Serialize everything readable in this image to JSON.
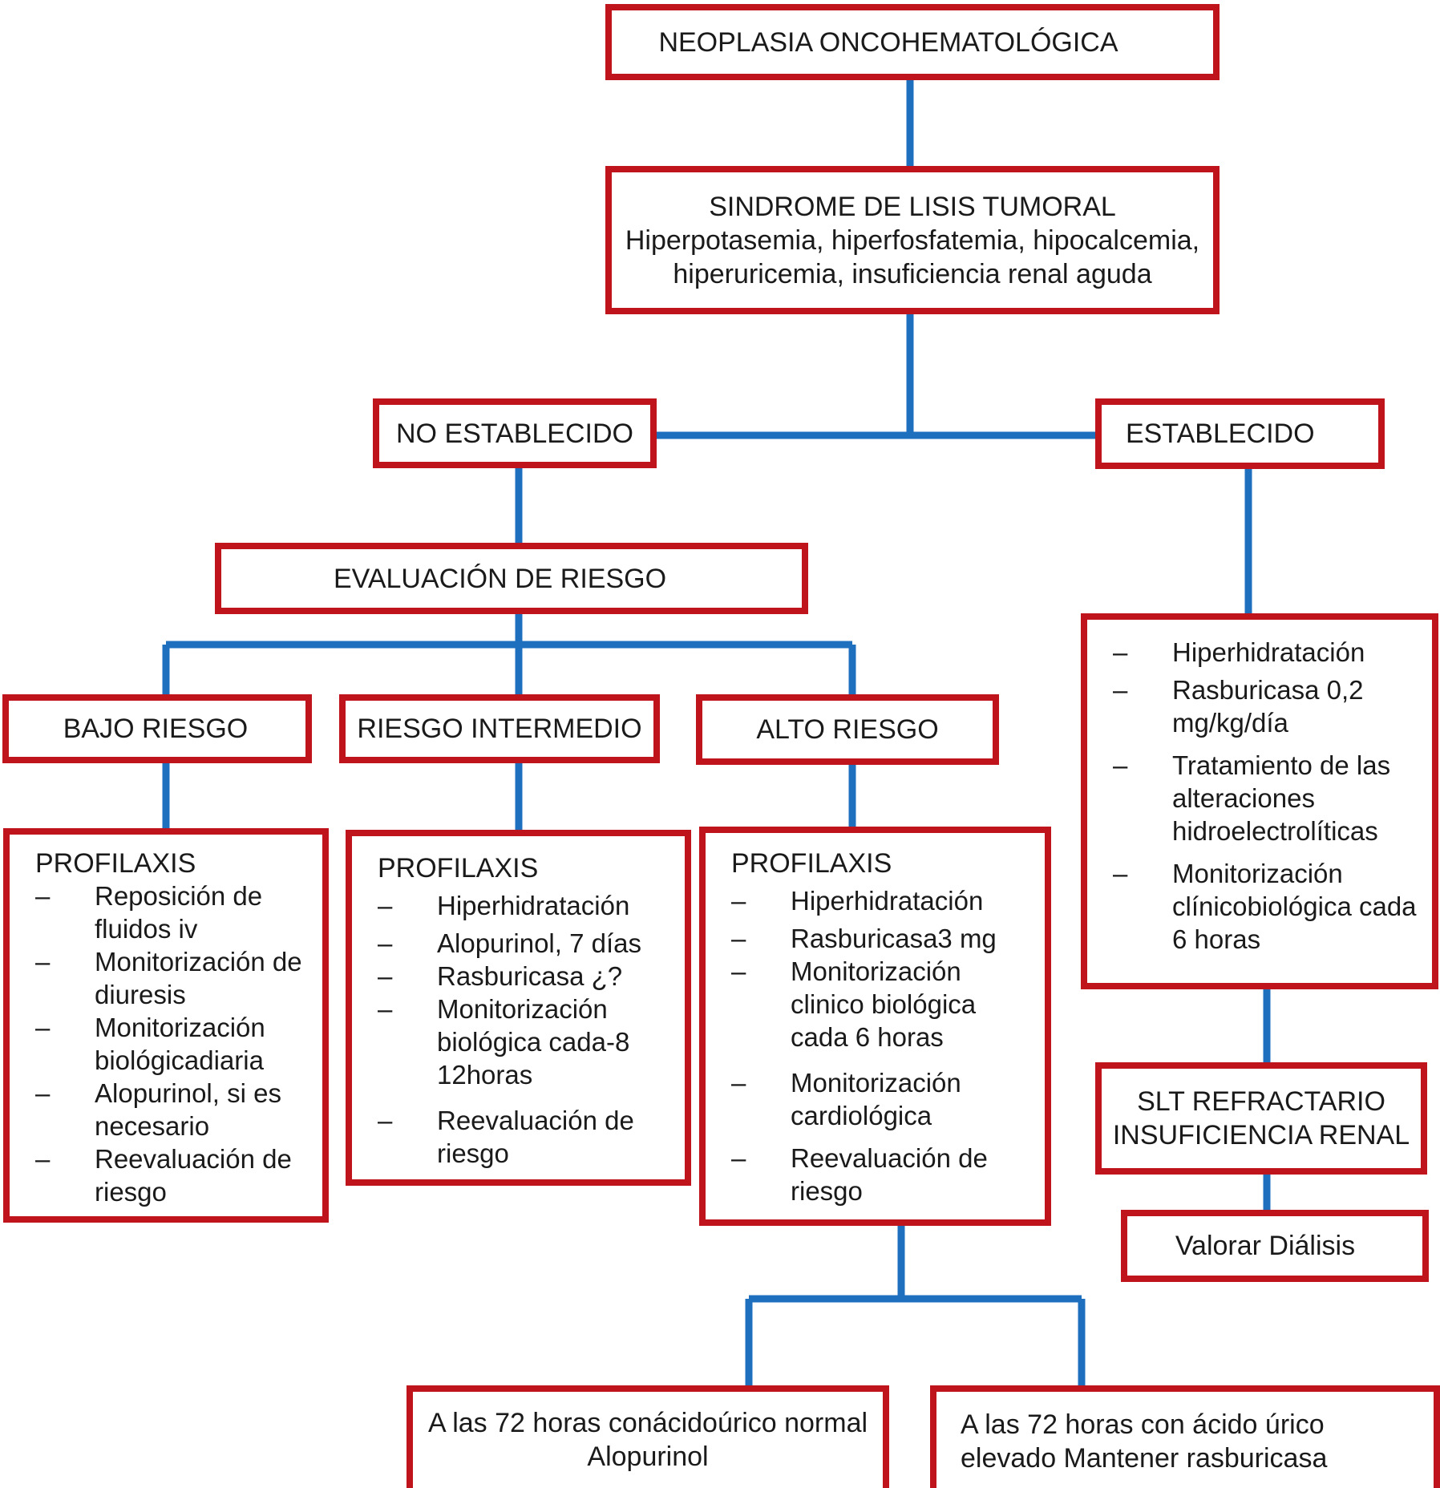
{
  "colors": {
    "box_border": "#c0141c",
    "connector": "#1f6fbf"
  },
  "root": {
    "title": "NEOPLASIA ONCOHEMATOLÓGICA"
  },
  "sindrome": {
    "title": "SINDROME DE LISIS TUMORAL",
    "line1": "Hiperpotasemia, hiperfosfatemia, hipocalcemia,",
    "line2": "hiperuricemia, insuficiencia renal aguda"
  },
  "no_establecido": {
    "label": "NO ESTABLECIDO"
  },
  "establecido": {
    "label": "ESTABLECIDO"
  },
  "evaluacion": {
    "label": "EVALUACIÓN DE RIESGO"
  },
  "bajo": {
    "label": "BAJO RIESGO",
    "header": "PROFILAXIS",
    "items": [
      "Reposición de fluidos  iv",
      "Monitorización de diuresis",
      "Monitorización biológicadiaria",
      "Alopurinol, si es necesario",
      "Reevaluación de riesgo"
    ]
  },
  "intermedio": {
    "label": "RIESGO INTERMEDIO",
    "header": "PROFILAXIS",
    "items": [
      "Hiperhidratación",
      "Alopurinol, 7 días",
      "Rasburicasa ¿?",
      "Monitorización biológica cada-8 12horas",
      "Reevaluación de riesgo"
    ]
  },
  "alto": {
    "label": "ALTO RIESGO",
    "header": "PROFILAXIS",
    "items": [
      "Hiperhidratación",
      "Rasburicasa3 mg",
      "Monitorización clinico biológica cada 6 horas",
      "Monitorización cardiológica",
      "Reevaluación de riesgo"
    ]
  },
  "establecido_tx": {
    "items": [
      "Hiperhidratación",
      "Rasburicasa 0,2 mg/kg/día",
      "Tratamiento de las alteraciones hidroelectrolíticas",
      "Monitorización clínicobiológica cada 6 horas"
    ]
  },
  "refractario": {
    "line1": "SLT REFRACTARIO",
    "line2": "INSUFICIENCIA RENAL"
  },
  "dialisis": {
    "label": "Valorar Diálisis"
  },
  "normal": {
    "line1": "A las 72 horas conácidoúrico normal",
    "line2": "Alopurinol"
  },
  "elevado": {
    "line1": "A las 72 horas con ácido úrico",
    "line2": "elevado Mantener rasburicasa"
  },
  "dash": "–"
}
